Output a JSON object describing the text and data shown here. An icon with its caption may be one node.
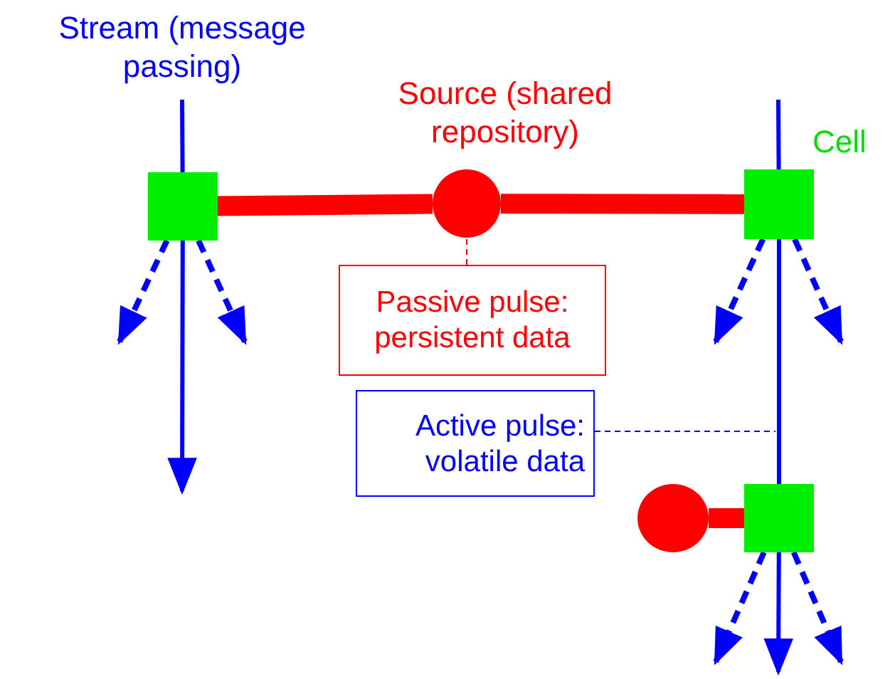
{
  "diagram": {
    "nodes": [
      {
        "text": [],
        "shape": "box"
      },
      {
        "text": [],
        "shape": "circle"
      },
      {
        "text": [],
        "shape": "box"
      },
      {
        "text": [
          "Passive pulse: persistent data"
        ]
      },
      {
        "text": [
          "Active pulse: volatile data"
        ]
      },
      {
        "text": [],
        "shape": "circle"
      },
      {
        "text": [],
        "shape": "box"
      }
    ],
    "edges": [
      {
        "from": 0,
        "to": 1,
        "arrow": "none",
        "style": "thick",
        "color": "#ff0000"
      },
      {
        "from": 1,
        "to": 2,
        "arrow": "none",
        "style": "thick",
        "color": "#ff0000"
      },
      {
        "from": 3,
        "to": 1,
        "arrow": "none",
        "style": "dashed",
        "color": "#ff0000"
      },
      {
        "from": 4,
        "to": null,
        "arrow": "none",
        "style": "dashed"
      },
      {
        "from": 5,
        "to": 6,
        "arrow": "none",
        "style": "thick",
        "color": "#ff0000"
      },
      {
        "from": null,
        "to": 0,
        "arrow": "none"
      },
      {
        "from": 0,
        "to": null,
        "arrow": "to"
      },
      {
        "from": 0,
        "to": null,
        "arrow": "to",
        "style": "dashed"
      },
      {
        "from": 0,
        "to": null,
        "arrow": "to",
        "style": "dashed"
      },
      {
        "from": null,
        "to": 2,
        "arrow": "none"
      },
      {
        "from": 2,
        "to": 6,
        "arrow": "none"
      },
      {
        "from": 2,
        "to": null,
        "arrow": "to",
        "style": "dashed"
      },
      {
        "from": 2,
        "to": null,
        "arrow": "to",
        "style": "dashed"
      },
      {
        "from": 6,
        "to": null,
        "arrow": "to"
      },
      {
        "from": 6,
        "to": null,
        "arrow": "to",
        "style": "dashed"
      },
      {
        "from": 6,
        "to": null,
        "arrow": "to",
        "style": "dashed"
      }
    ],
    "labels": [
      "Stream (message passing)",
      "Source (shared repository)",
      "Cell"
    ]
  }
}
